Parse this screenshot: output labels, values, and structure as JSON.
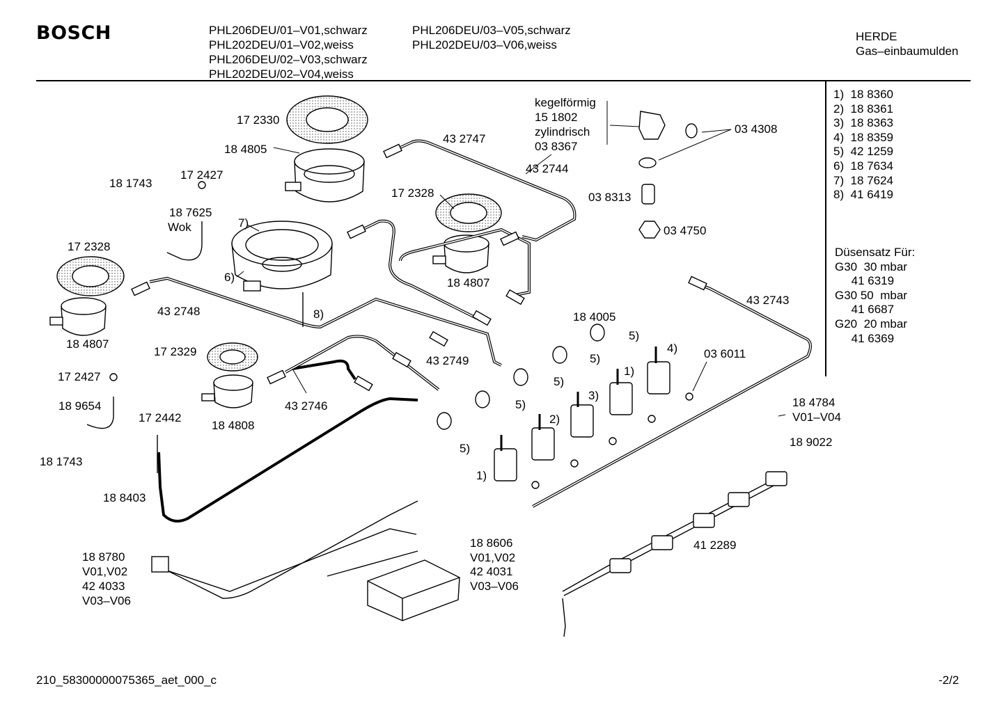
{
  "header": {
    "brand": "BOSCH",
    "models_col1": [
      "PHL206DEU/01–V01,schwarz",
      "PHL202DEU/01–V02,weiss",
      "PHL206DEU/02–V03,schwarz",
      "PHL202DEU/02–V04,weiss"
    ],
    "models_col2": [
      "PHL206DEU/03–V05,schwarz",
      "PHL202DEU/03–V06,weiss"
    ],
    "category": "HERDE",
    "subcategory": "Gas–einbaumulden"
  },
  "legend": {
    "parts": [
      "1)  18 8360",
      "2)  18 8361",
      "3)  18 8363",
      "4)  18 8359",
      "5)  42 1259",
      "6)  18 7634",
      "7)  18 7624",
      "8)  41 6419"
    ],
    "nozzle_title": "Düsensatz Für:",
    "nozzle_rows": [
      "G30  30 mbar",
      "     41 6319",
      "G30 50  mbar",
      "     41 6687",
      "G20  20 mbar",
      "     41 6369"
    ]
  },
  "labels": [
    {
      "id": "l1",
      "text": "17 2330"
    },
    {
      "id": "l2",
      "text": "18 4805"
    },
    {
      "id": "l3",
      "text": "43 2747"
    },
    {
      "id": "l4",
      "text": "kegelförmig"
    },
    {
      "id": "l5",
      "text": "15 1802"
    },
    {
      "id": "l6",
      "text": "zylindrisch"
    },
    {
      "id": "l7",
      "text": "03 8367"
    },
    {
      "id": "l8",
      "text": "03 4308"
    },
    {
      "id": "l9",
      "text": "43 2744"
    },
    {
      "id": "l10",
      "text": "17 2427"
    },
    {
      "id": "l11",
      "text": "18 1743"
    },
    {
      "id": "l12",
      "text": "17 2328"
    },
    {
      "id": "l13",
      "text": "18 7625"
    },
    {
      "id": "l14",
      "text": "Wok"
    },
    {
      "id": "l15",
      "text": "7)"
    },
    {
      "id": "l16",
      "text": "03 8313"
    },
    {
      "id": "l17",
      "text": "03 4750"
    },
    {
      "id": "l18",
      "text": "17 2328"
    },
    {
      "id": "l19",
      "text": "6)"
    },
    {
      "id": "l20",
      "text": "18 4807"
    },
    {
      "id": "l21",
      "text": "43 2743"
    },
    {
      "id": "l22",
      "text": "43 2748"
    },
    {
      "id": "l23",
      "text": "8)"
    },
    {
      "id": "l24",
      "text": "18 4005"
    },
    {
      "id": "l25",
      "text": "5)"
    },
    {
      "id": "l26",
      "text": "4)"
    },
    {
      "id": "l27",
      "text": "18 4807"
    },
    {
      "id": "l28",
      "text": "17 2329"
    },
    {
      "id": "l29",
      "text": "43 2749"
    },
    {
      "id": "l30",
      "text": "5)"
    },
    {
      "id": "l31",
      "text": "03 6011"
    },
    {
      "id": "l32",
      "text": "1)"
    },
    {
      "id": "l33",
      "text": "17 2427"
    },
    {
      "id": "l34",
      "text": "5)"
    },
    {
      "id": "l35",
      "text": "3)"
    },
    {
      "id": "l36",
      "text": "18 4784"
    },
    {
      "id": "l37",
      "text": "V01–V04"
    },
    {
      "id": "l38",
      "text": "18 9654"
    },
    {
      "id": "l39",
      "text": "43 2746"
    },
    {
      "id": "l40",
      "text": "5)"
    },
    {
      "id": "l41",
      "text": "17 2442"
    },
    {
      "id": "l42",
      "text": "18 4808"
    },
    {
      "id": "l43",
      "text": "2)"
    },
    {
      "id": "l44",
      "text": "18 9022"
    },
    {
      "id": "l45",
      "text": "18 1743"
    },
    {
      "id": "l46",
      "text": "5)"
    },
    {
      "id": "l47",
      "text": "1)"
    },
    {
      "id": "l48",
      "text": "18 8403"
    },
    {
      "id": "l49",
      "text": "41 2289"
    },
    {
      "id": "l50",
      "text": "18 8606"
    },
    {
      "id": "l51",
      "text": "V01,V02"
    },
    {
      "id": "l52",
      "text": "42 4031"
    },
    {
      "id": "l53",
      "text": "V03–V06"
    },
    {
      "id": "l54",
      "text": "18 8780"
    },
    {
      "id": "l55",
      "text": "V01,V02"
    },
    {
      "id": "l56",
      "text": "42 4033"
    },
    {
      "id": "l57",
      "text": "V03–V06"
    }
  ],
  "footer": {
    "code": "210_58300000075365_aet_000_c",
    "page": "-2/2"
  }
}
